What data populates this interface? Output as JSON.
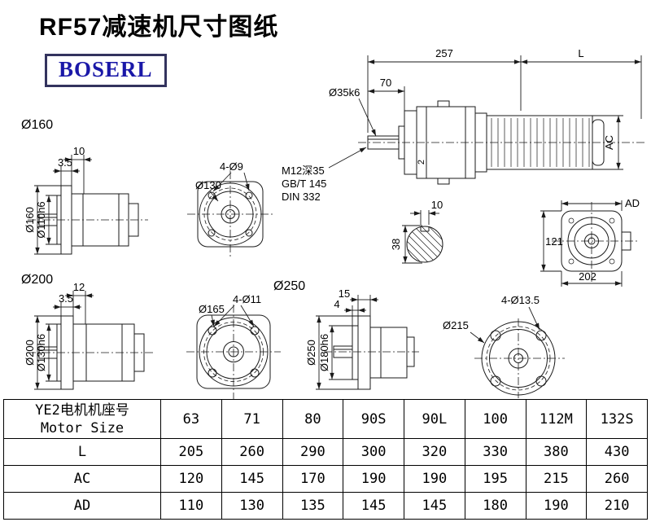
{
  "colors": {
    "logo-text": "#1a18a8",
    "logo-border": "#33335e",
    "ink": "#1a1a1a"
  },
  "header": {
    "title": "RF57减速机尺寸图纸",
    "logo": "BOSERL"
  },
  "drawings": {
    "main": {
      "dim_257": "257",
      "dim_l": "L",
      "dim_70": "70",
      "shaft_dia": "Ø35k6",
      "dim_ac": "AC",
      "note_line1": "M12深35",
      "note_line2": "GB/T 145",
      "note_line3": "DIN 332",
      "key_dim": "2"
    },
    "shaft_section": {
      "key_width": "10",
      "shaft_dia": "38"
    },
    "view_ad": {
      "dim_ad": "AD",
      "dim_121": "121",
      "dim_202": "202"
    },
    "view_160": {
      "label": "Ø160",
      "dim_width": "10",
      "dim_flange": "3.5",
      "dia_outer": "Ø160",
      "dia_spigot": "Ø110h6"
    },
    "flange_130": {
      "dia": "Ø130",
      "holes": "4-Ø9"
    },
    "view_200": {
      "label": "Ø200",
      "dim_width": "12",
      "dim_flange": "3.5",
      "dia_outer": "Ø200",
      "dia_spigot": "Ø130h6"
    },
    "view_250": {
      "label": "Ø250",
      "bolt_circle": "Ø165",
      "holes": "4-Ø11",
      "dim_width": "15",
      "dim_flange": "4",
      "dia_outer": "Ø250",
      "dia_spigot": "Ø180h6"
    },
    "flange_215": {
      "holes": "4-Ø13.5",
      "dia": "Ø215"
    }
  },
  "table": {
    "header_cn": "YE2电机机座号",
    "header_en": "Motor Size",
    "sizes": [
      "63",
      "71",
      "80",
      "90S",
      "90L",
      "100",
      "112M",
      "132S"
    ],
    "rows": [
      {
        "label": "L",
        "values": [
          "205",
          "260",
          "290",
          "300",
          "320",
          "330",
          "380",
          "430"
        ]
      },
      {
        "label": "AC",
        "values": [
          "120",
          "145",
          "170",
          "190",
          "190",
          "195",
          "215",
          "260"
        ]
      },
      {
        "label": "AD",
        "values": [
          "110",
          "130",
          "135",
          "145",
          "145",
          "180",
          "190",
          "210"
        ]
      }
    ]
  }
}
